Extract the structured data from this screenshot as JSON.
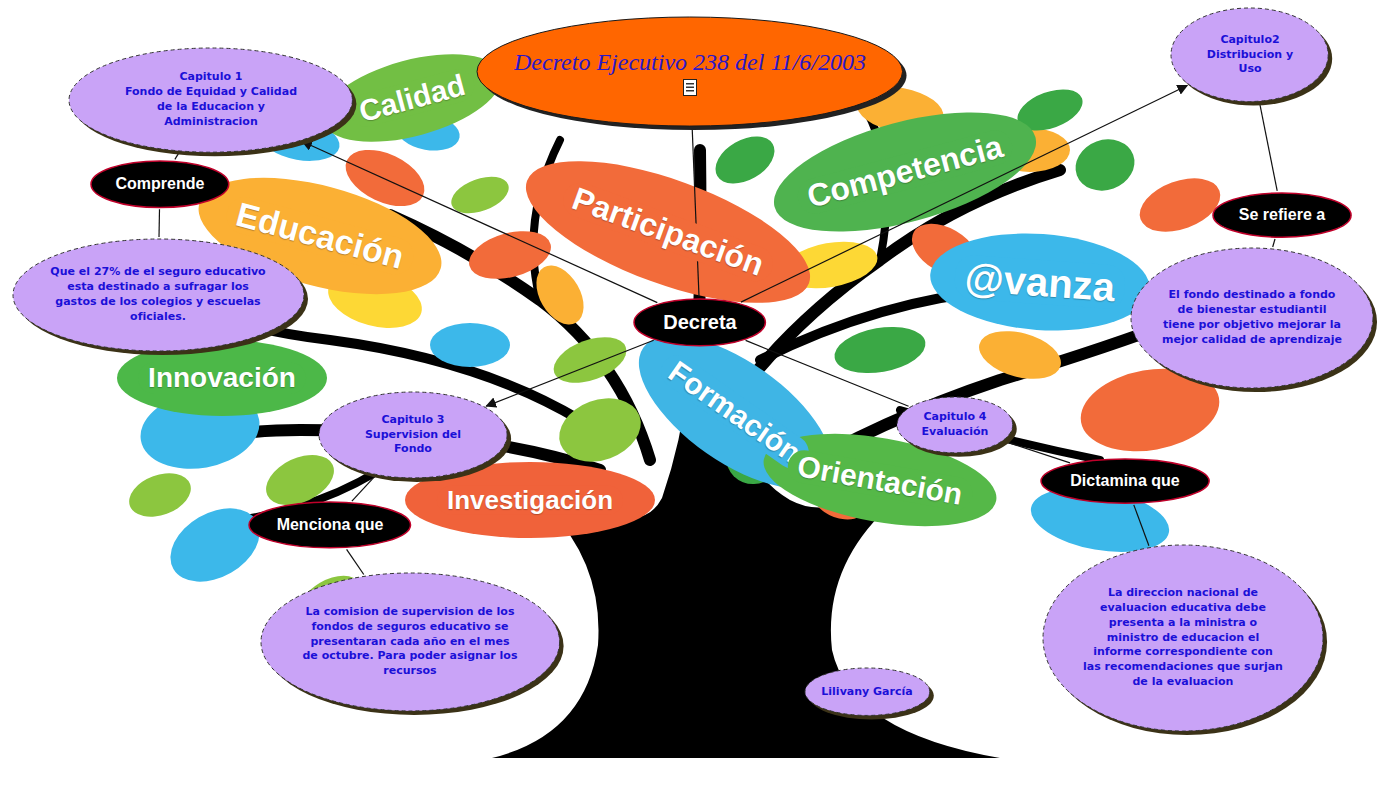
{
  "diagram": {
    "nodes": [
      {
        "text": [
          "Decreto Ejecutivo 238 del 11/6/2003"
        ]
      },
      {
        "text": [
          "Decreta"
        ]
      },
      {
        "text": [
          "Capitulo 1",
          "Fondo de Equidad y Calidad de la Educacion y Administracion"
        ]
      },
      {
        "text": [
          "Comprende"
        ]
      },
      {
        "text": [
          "Que el 27% de el seguro educativo esta destinado a sufragar los gastos de los colegios y escuelas oficiales."
        ]
      },
      {
        "text": [
          "Capitulo2",
          "Distribucion y Uso"
        ]
      },
      {
        "text": [
          "Se refiere a"
        ]
      },
      {
        "text": [
          "El fondo destinado a fondo de bienestar estudiantil tiene por objetivo mejorar la mejor calidad de aprendizaje"
        ]
      },
      {
        "text": [
          "Capitulo 3",
          "Supervision del Fondo"
        ]
      },
      {
        "text": [
          "Menciona que"
        ]
      },
      {
        "text": [
          "La comision de supervision de los fondos de seguros educativo se presentaran cada año en el mes de octubre. Para poder asignar los recursos"
        ]
      },
      {
        "text": [
          "Capitulo 4",
          "Evaluación"
        ]
      },
      {
        "text": [
          "Dictamina que"
        ]
      },
      {
        "text": [
          "La direccion nacional de evaluacion educativa debe presenta a la ministra o ministro de educacion el informe correspondiente con las recomendaciones que surjan de la evaluacion"
        ]
      },
      {
        "text": [
          "Lilivany García"
        ]
      }
    ],
    "edges": [
      {
        "from": 0,
        "to": 1,
        "arrow": "none"
      },
      {
        "from": 1,
        "to": 2,
        "arrow": "to"
      },
      {
        "from": 2,
        "to": 3,
        "arrow": "none"
      },
      {
        "from": 3,
        "to": 4,
        "arrow": "none"
      },
      {
        "from": 1,
        "to": 5,
        "arrow": "to"
      },
      {
        "from": 5,
        "to": 6,
        "arrow": "none"
      },
      {
        "from": 6,
        "to": 7,
        "arrow": "none"
      },
      {
        "from": 1,
        "to": 8,
        "arrow": "to"
      },
      {
        "from": 8,
        "to": 9,
        "arrow": "none"
      },
      {
        "from": 9,
        "to": 10,
        "arrow": "none"
      },
      {
        "from": 1,
        "to": 11,
        "arrow": "none"
      },
      {
        "from": 11,
        "to": 12,
        "arrow": "none"
      },
      {
        "from": 12,
        "to": 13,
        "arrow": "none"
      }
    ],
    "labels": [
      "Calidad",
      "Educación",
      "Participación",
      "Competencia",
      "@vanza",
      "Formación",
      "Orientación",
      "Investigación",
      "Innovación"
    ]
  }
}
